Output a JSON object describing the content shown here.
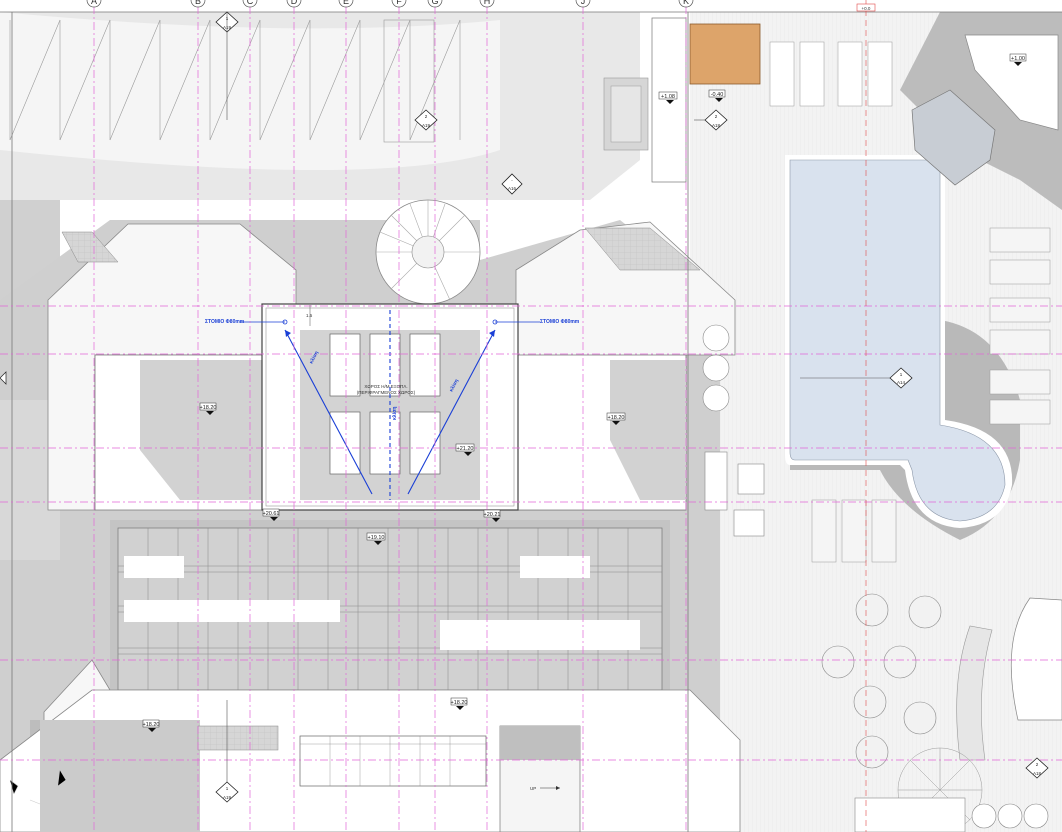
{
  "grid_axes": [
    "A",
    "B",
    "C",
    "D",
    "E",
    "F",
    "G",
    "H",
    "J",
    "K"
  ],
  "levels": {
    "l_108": "+1.08",
    "l_040": "-0.40",
    "l_right_top": "+1.00",
    "l_west": "+18.20",
    "l_east": "+18.20",
    "l_center": "+21.20",
    "l_mid_left": "+20.61",
    "l_mid_right": "+20.21",
    "l_roof": "+19.10",
    "l_bottom_left": "+18.20",
    "l_bottom_center": "+18.20"
  },
  "section_markers": {
    "s_top_left": {
      "num": "1",
      "ref": "A19"
    },
    "s_f_top": {
      "num": "2",
      "ref": "A19"
    },
    "s_k_top": {
      "num": "2",
      "ref": "A18"
    },
    "s_mid": {
      "num": "-",
      "ref": "A16"
    },
    "s_pool": {
      "num": "1",
      "ref": "A14"
    },
    "s_bottom": {
      "num": "1",
      "ref": "A19"
    },
    "s_right_bottom": {
      "num": "2",
      "ref": "A18"
    }
  },
  "annotations": {
    "drain_left": "ΣΤΟΜΙΟ Φ80mm",
    "drain_right": "ΣΤΟΜΙΟ Φ80mm",
    "slope_1": "κλίση",
    "slope_2": "κλίση",
    "slope_3": "κλίση",
    "room_label": "ΧΩΡΟΣ Η/Μ ΕΞΟΠΛ.",
    "room_sub": "(ΠΕΡΙΦΡΑΓΜΕΝΟΣ ΧΩΡΟΣ)",
    "dim_small": "1.5",
    "up_label": "UP",
    "red_mark": "+0.0"
  },
  "colors": {
    "shadow": "#c6c6c6",
    "light_fill": "#e9e9e9",
    "magenta_axis": "#e266d8",
    "blue_annot": "#1a3fd6",
    "pool_water": "#d9e2ee",
    "roof_orange": "#dda46a"
  }
}
